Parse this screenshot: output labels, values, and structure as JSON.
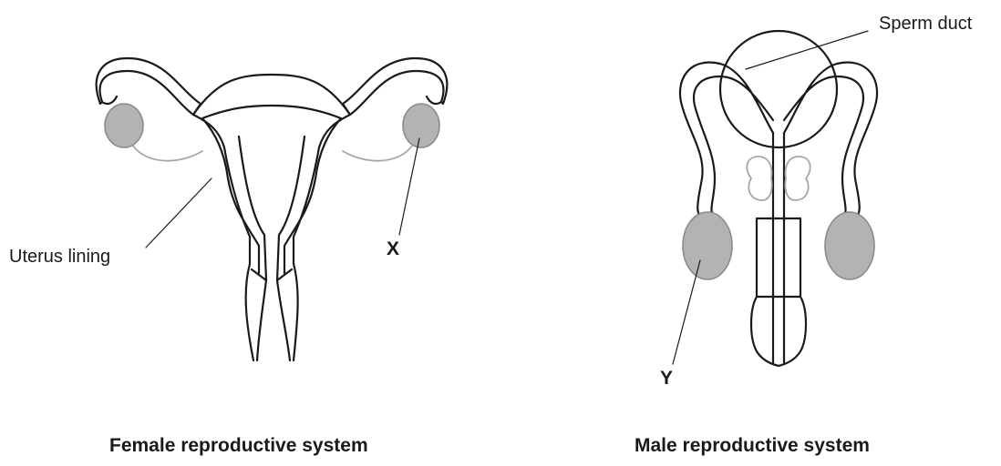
{
  "female": {
    "caption": "Female reproductive system",
    "label_uterus_lining": "Uterus lining",
    "label_x": "X"
  },
  "male": {
    "caption": "Male reproductive system",
    "label_sperm_duct": "Sperm duct",
    "label_y": "Y"
  },
  "colors": {
    "outline": "#1a1a1a",
    "organ_fill": "#b3b3b3",
    "organ_stroke": "#8a8a8a",
    "faint_line": "#a6a6a6"
  }
}
